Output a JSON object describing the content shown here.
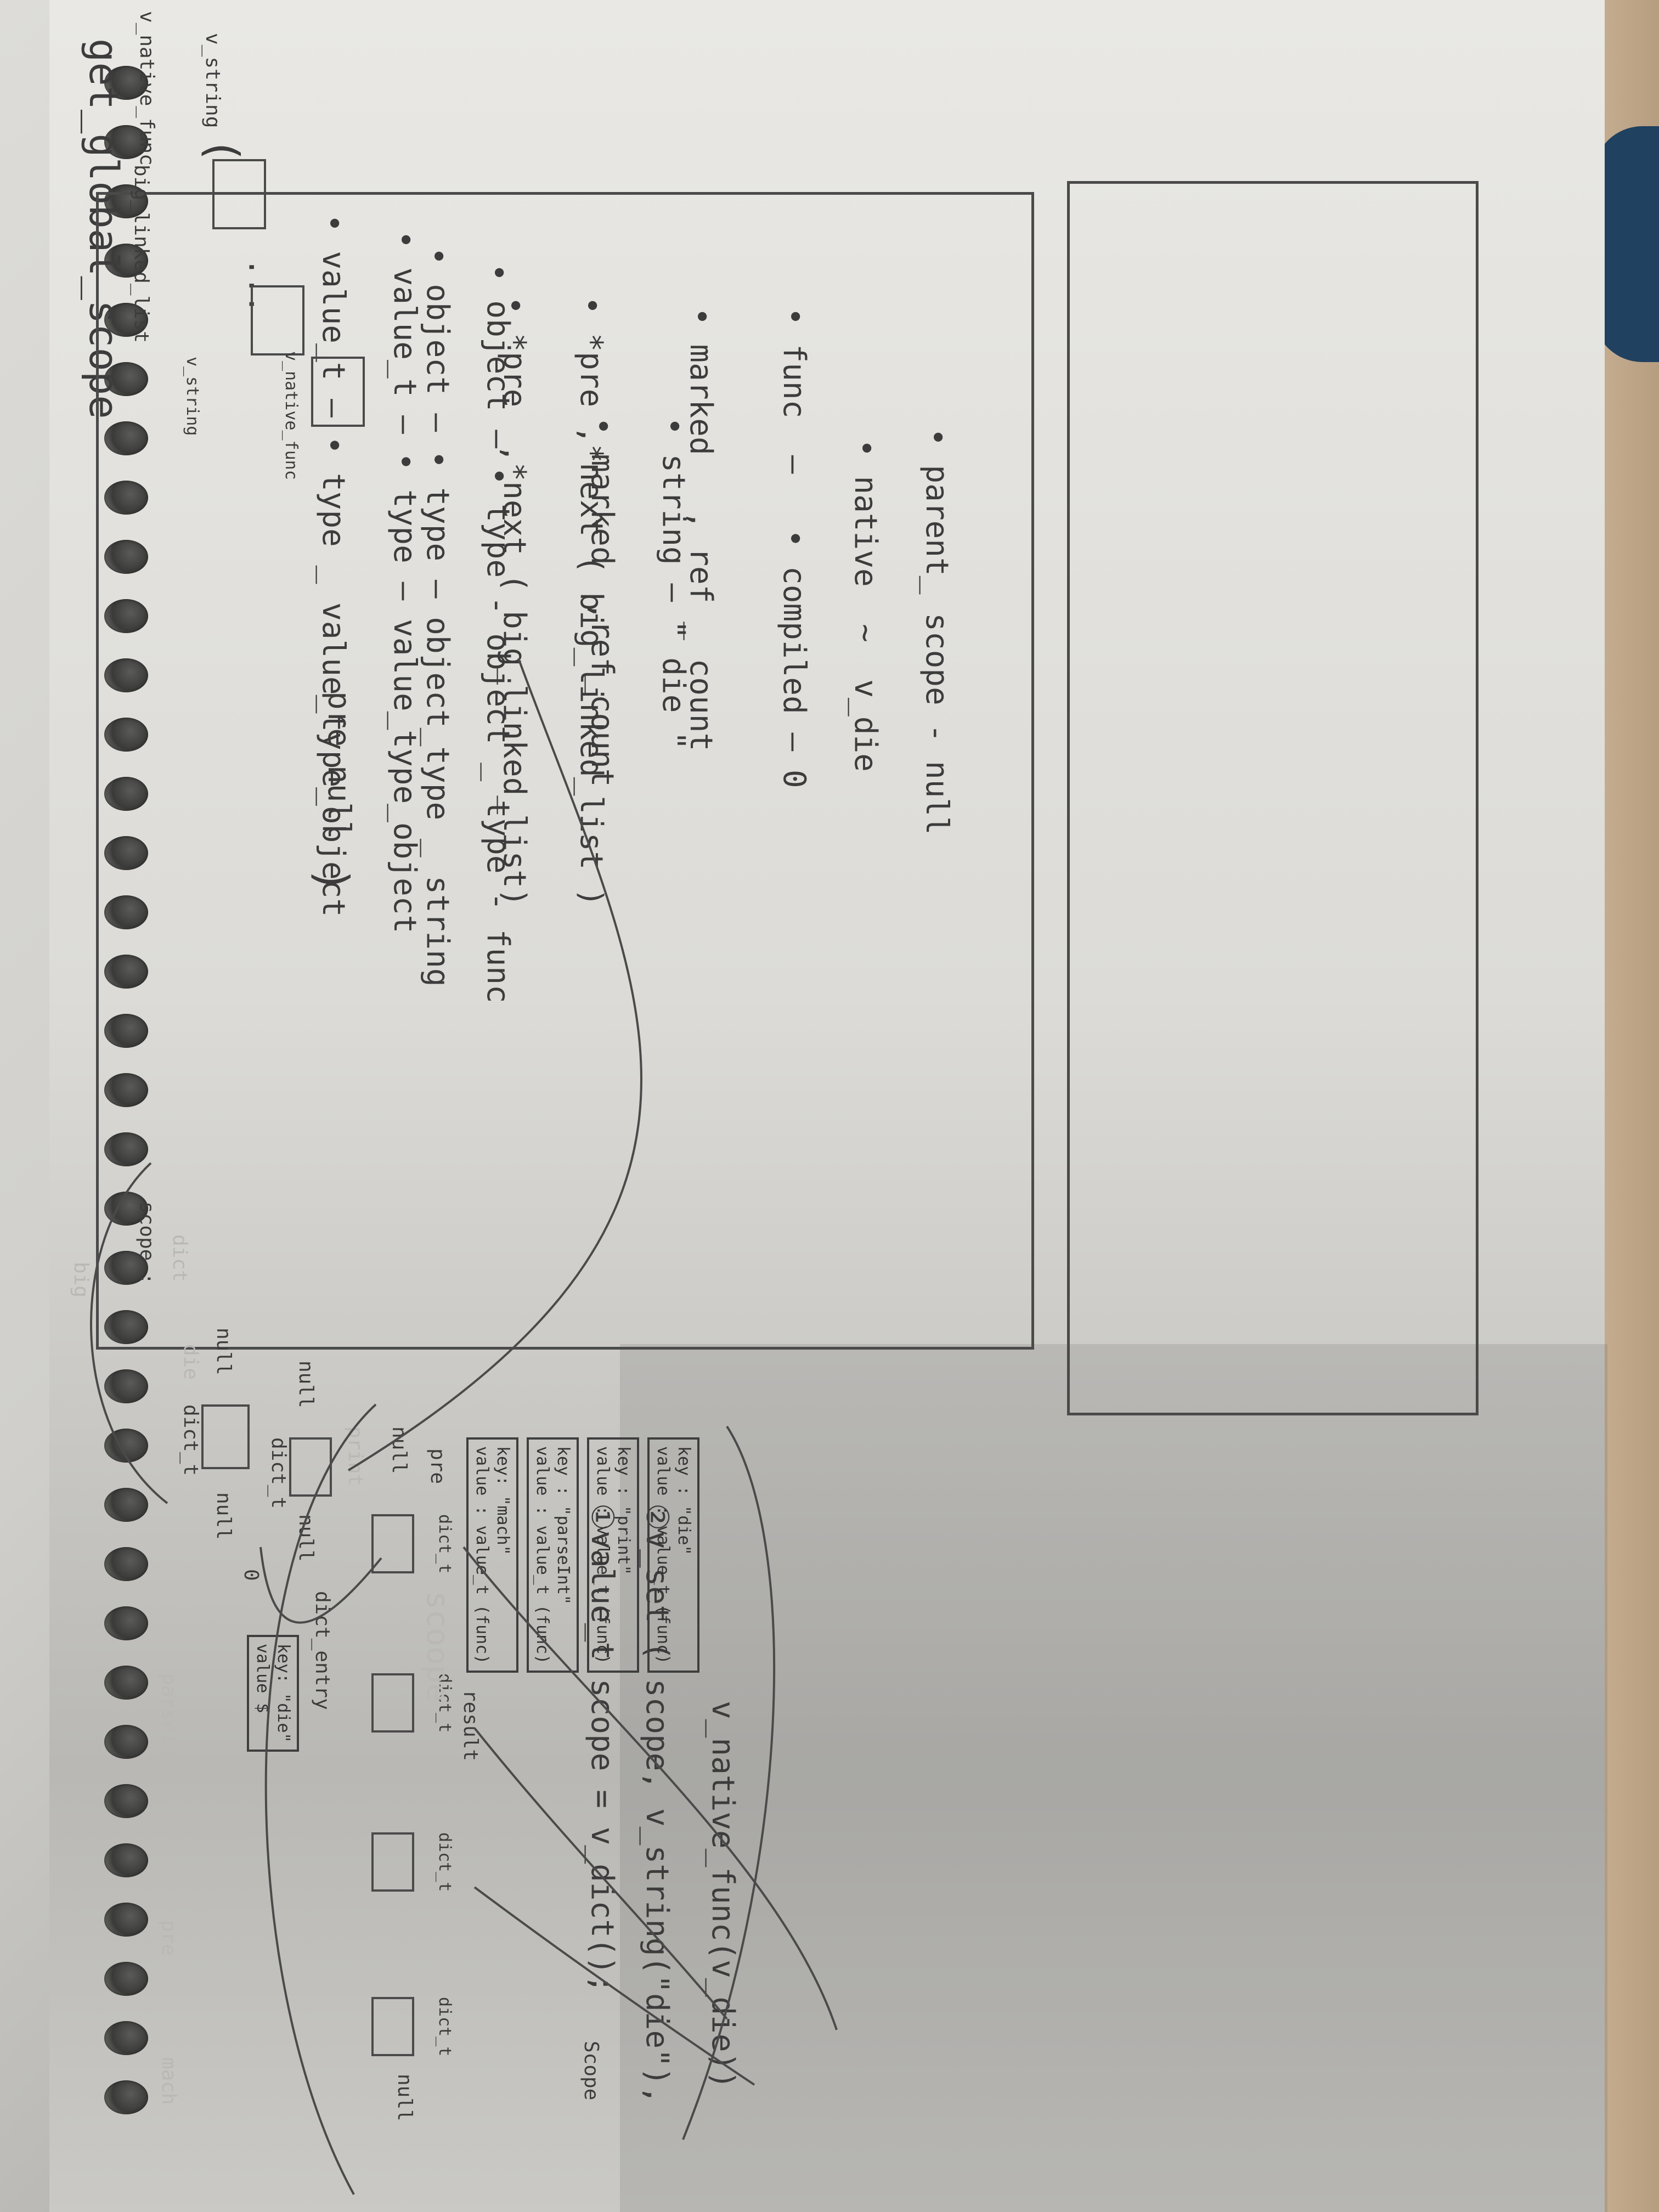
{
  "title": "get_global_scope",
  "side_labels": {
    "v_string": "v_string",
    "v_native_func": "v_native_func"
  },
  "box1": {
    "value_t": "• value_t — • type _ value_type_object",
    "object": "• object — • type — object_type _ string",
    "pre_next": "• *pre  ,*next ( big_linked_list)",
    "marked": "• marked  ,ref_count",
    "string": "• string — \" die \""
  },
  "box2": {
    "value_t": "• value_t — • type — value_type_object",
    "object": "• object — • type - object _ type - func",
    "pre_next": "• *pre ,*next ( big_linked_list )",
    "marked": "• marked   , ref _ count",
    "func": "• func  —   • compiled — 0",
    "native": "• native  ~  v_die",
    "parent_scope": "• parent_ scope - null"
  },
  "bottom": {
    "paren_open": "(",
    "ellipsis": "···",
    "v_string_label": "v_string",
    "v_native_func_label": "v_native_func",
    "pre_null": "pre null",
    "paren_close": ")",
    "big_linked_list": "big_linked_list"
  },
  "steps": {
    "step1": "①value_t scope = v_dict();",
    "step2": "②v_set ( scope, v_string(\"die\"),",
    "step2b": "v_native_func(v_die))"
  },
  "scope_panel": {
    "label": "scope :",
    "null_left": "null",
    "null_right": "null",
    "zero": "0",
    "dict_t": "dict_t"
  },
  "dict_entry": {
    "null_left": "null",
    "null_right": "null",
    "dict_t": "dict_t",
    "label": "dict_entry",
    "key_line1": "key: \"die\"",
    "key_line2": "value $"
  },
  "result": {
    "label": "result",
    "null_left": "null",
    "pre": "pre",
    "null_right": "null",
    "dict_labels": [
      "dict_t",
      "dict_t",
      "dict_t",
      "dict_t"
    ],
    "scope_label": "Scope",
    "entries": [
      {
        "key": "key: \"mach\"",
        "value": "value : value_t (func)"
      },
      {
        "key": "key : \"parseInt\"",
        "value": "value : value_t (func)"
      },
      {
        "key": "key : \"print\"",
        "value": "value : value_t (func)"
      },
      {
        "key": "key : \"die\"",
        "value": "value : value_t (func)"
      }
    ]
  },
  "faint": {
    "scope": "scoope",
    "die": "die",
    "print": "print",
    "pre": "pre",
    "parse_int": "parseInt",
    "mach": "mach",
    "big": "big",
    "dict": "dict"
  }
}
